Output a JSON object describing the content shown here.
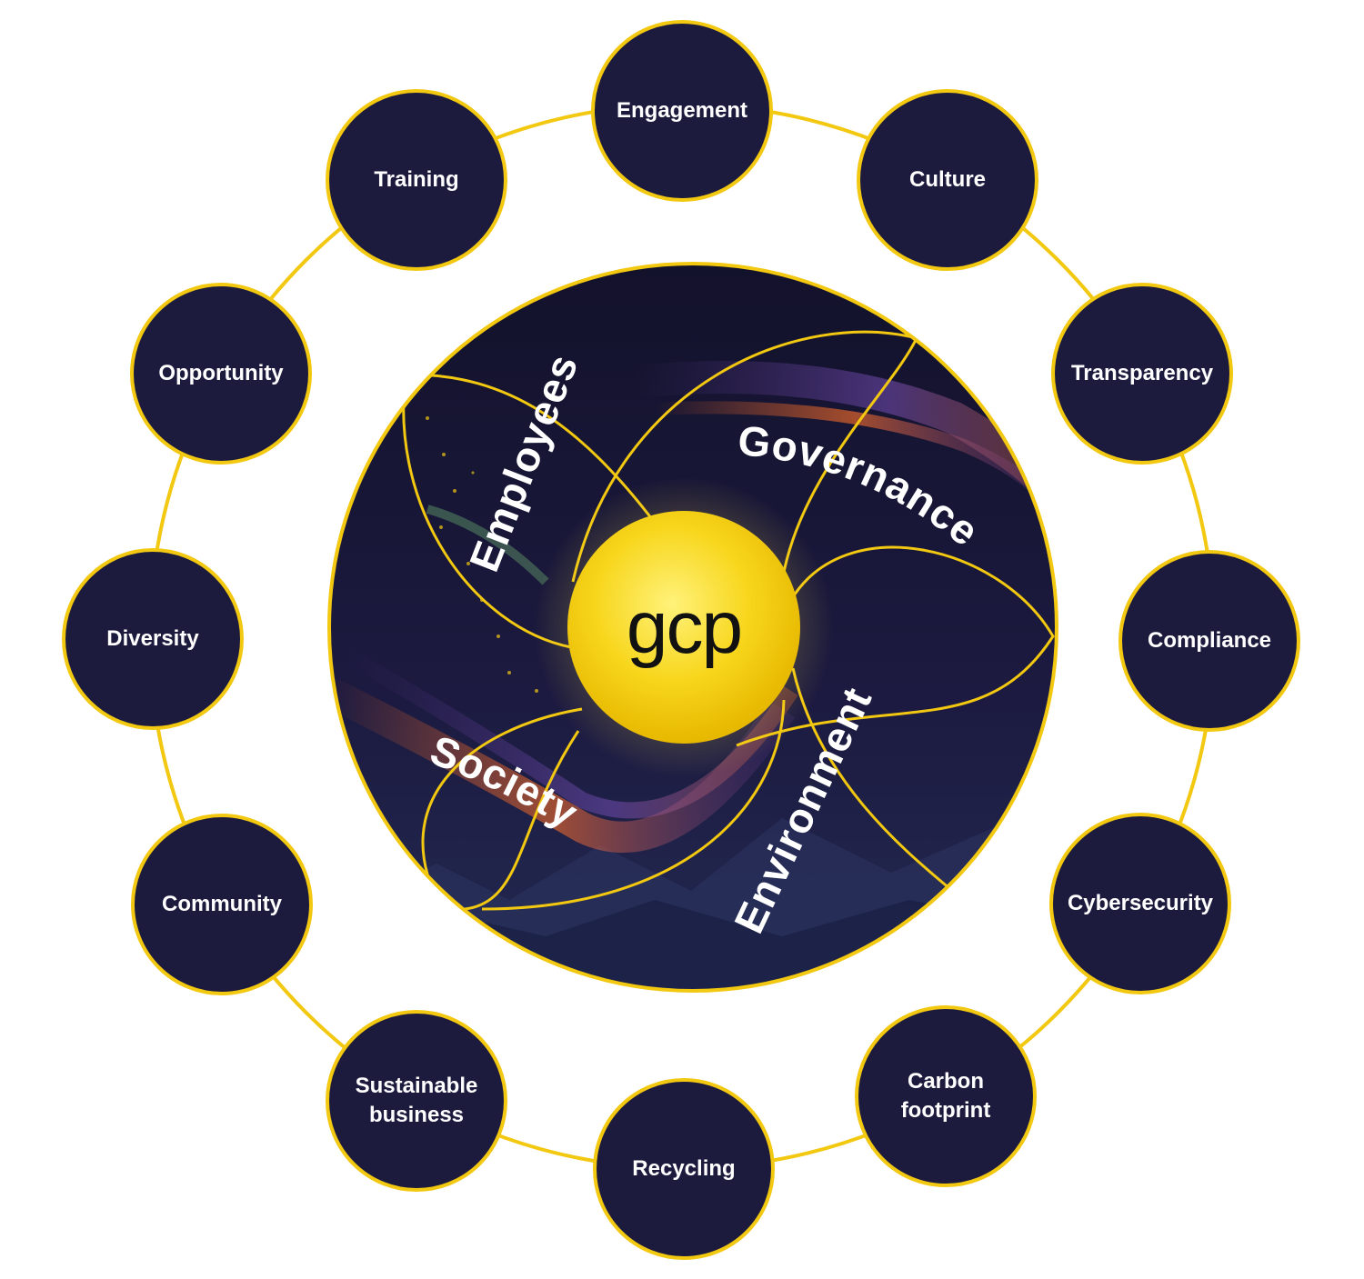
{
  "colors": {
    "ring": "#f2c811",
    "node_fill": "#1c1b3e",
    "node_border": "#f2c811",
    "core_fill": "#f7d61c",
    "core_dark": "#17152e",
    "swirl_glow_orange": "#e8672a",
    "swirl_glow_purple": "#6a3fa0",
    "text_light": "#ffffff",
    "text_dark": "#111111"
  },
  "logo": {
    "text": "gcp"
  },
  "pillars": [
    {
      "id": "employees",
      "label": "Employees"
    },
    {
      "id": "governance",
      "label": "Governance"
    },
    {
      "id": "environment",
      "label": "Environment"
    },
    {
      "id": "society",
      "label": "Society"
    }
  ],
  "nodes": [
    {
      "id": "engagement",
      "label": "Engagement"
    },
    {
      "id": "culture",
      "label": "Culture"
    },
    {
      "id": "transparency",
      "label": "Transparency"
    },
    {
      "id": "compliance",
      "label": "Compliance"
    },
    {
      "id": "cybersecurity",
      "label": "Cybersecurity"
    },
    {
      "id": "carbon-footprint",
      "label": "Carbon\nfootprint"
    },
    {
      "id": "recycling",
      "label": "Recycling"
    },
    {
      "id": "sustainable-business",
      "label": "Sustainable\nbusiness"
    },
    {
      "id": "community",
      "label": "Community"
    },
    {
      "id": "diversity",
      "label": "Diversity"
    },
    {
      "id": "opportunity",
      "label": "Opportunity"
    },
    {
      "id": "training",
      "label": "Training"
    }
  ]
}
